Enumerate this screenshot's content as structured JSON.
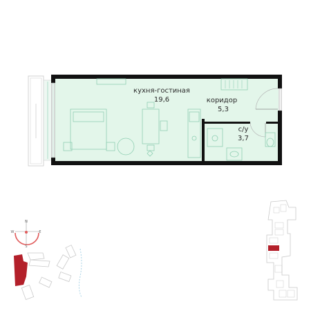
{
  "plan": {
    "rooms": [
      {
        "id": "living",
        "name": "кухня-гостиная",
        "area": "19,6"
      },
      {
        "id": "corridor",
        "name": "коридор",
        "area": "5,3"
      },
      {
        "id": "bath",
        "name": "с/у",
        "area": "3,7"
      }
    ]
  },
  "compass": {
    "labels": {
      "n": "N",
      "w": "W",
      "e": "E",
      "s": "S"
    }
  },
  "colors": {
    "floor": "#e3f6ea",
    "wall": "#111111",
    "furniture": "#8fcfb3",
    "highlight": "#b3202a",
    "sitePlan": "#c9c9c9",
    "water": "#a9d3e6"
  }
}
